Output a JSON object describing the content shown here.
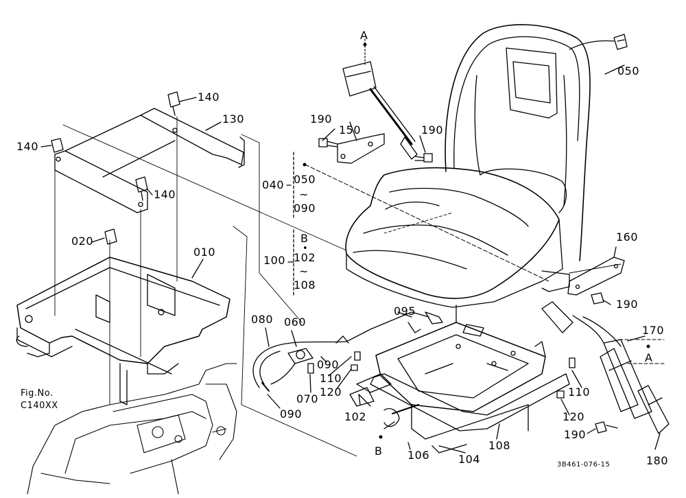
{
  "diagram": {
    "callouts": {
      "p050": "050",
      "p130": "130",
      "p140a": "140",
      "p140b": "140",
      "p140c": "140",
      "p150": "150",
      "p190a": "190",
      "p190b": "190",
      "p190c": "190",
      "p190d": "190",
      "p040": "040",
      "p050r": "050",
      "tilde1": "~",
      "p090r": "090",
      "B1": "B",
      "dot1": "•",
      "p100": "100",
      "p102r": "102",
      "tilde2": "~",
      "p108r": "108",
      "p020": "020",
      "p010": "010",
      "p160": "160",
      "p170": "170",
      "A2": "A",
      "p080": "080",
      "p060": "060",
      "p095": "095",
      "p090a": "090",
      "p110a": "110",
      "p120a": "120",
      "p070": "070",
      "p090b": "090",
      "p110b": "110",
      "p120b": "120",
      "p102": "102",
      "B2": "B",
      "p106": "106",
      "p104": "104",
      "p108": "108",
      "p180": "180",
      "A1": "A"
    },
    "figref_line1": "Fig.No.",
    "figref_line2": "C140XX",
    "drawing_code": "3B461-076-15"
  }
}
